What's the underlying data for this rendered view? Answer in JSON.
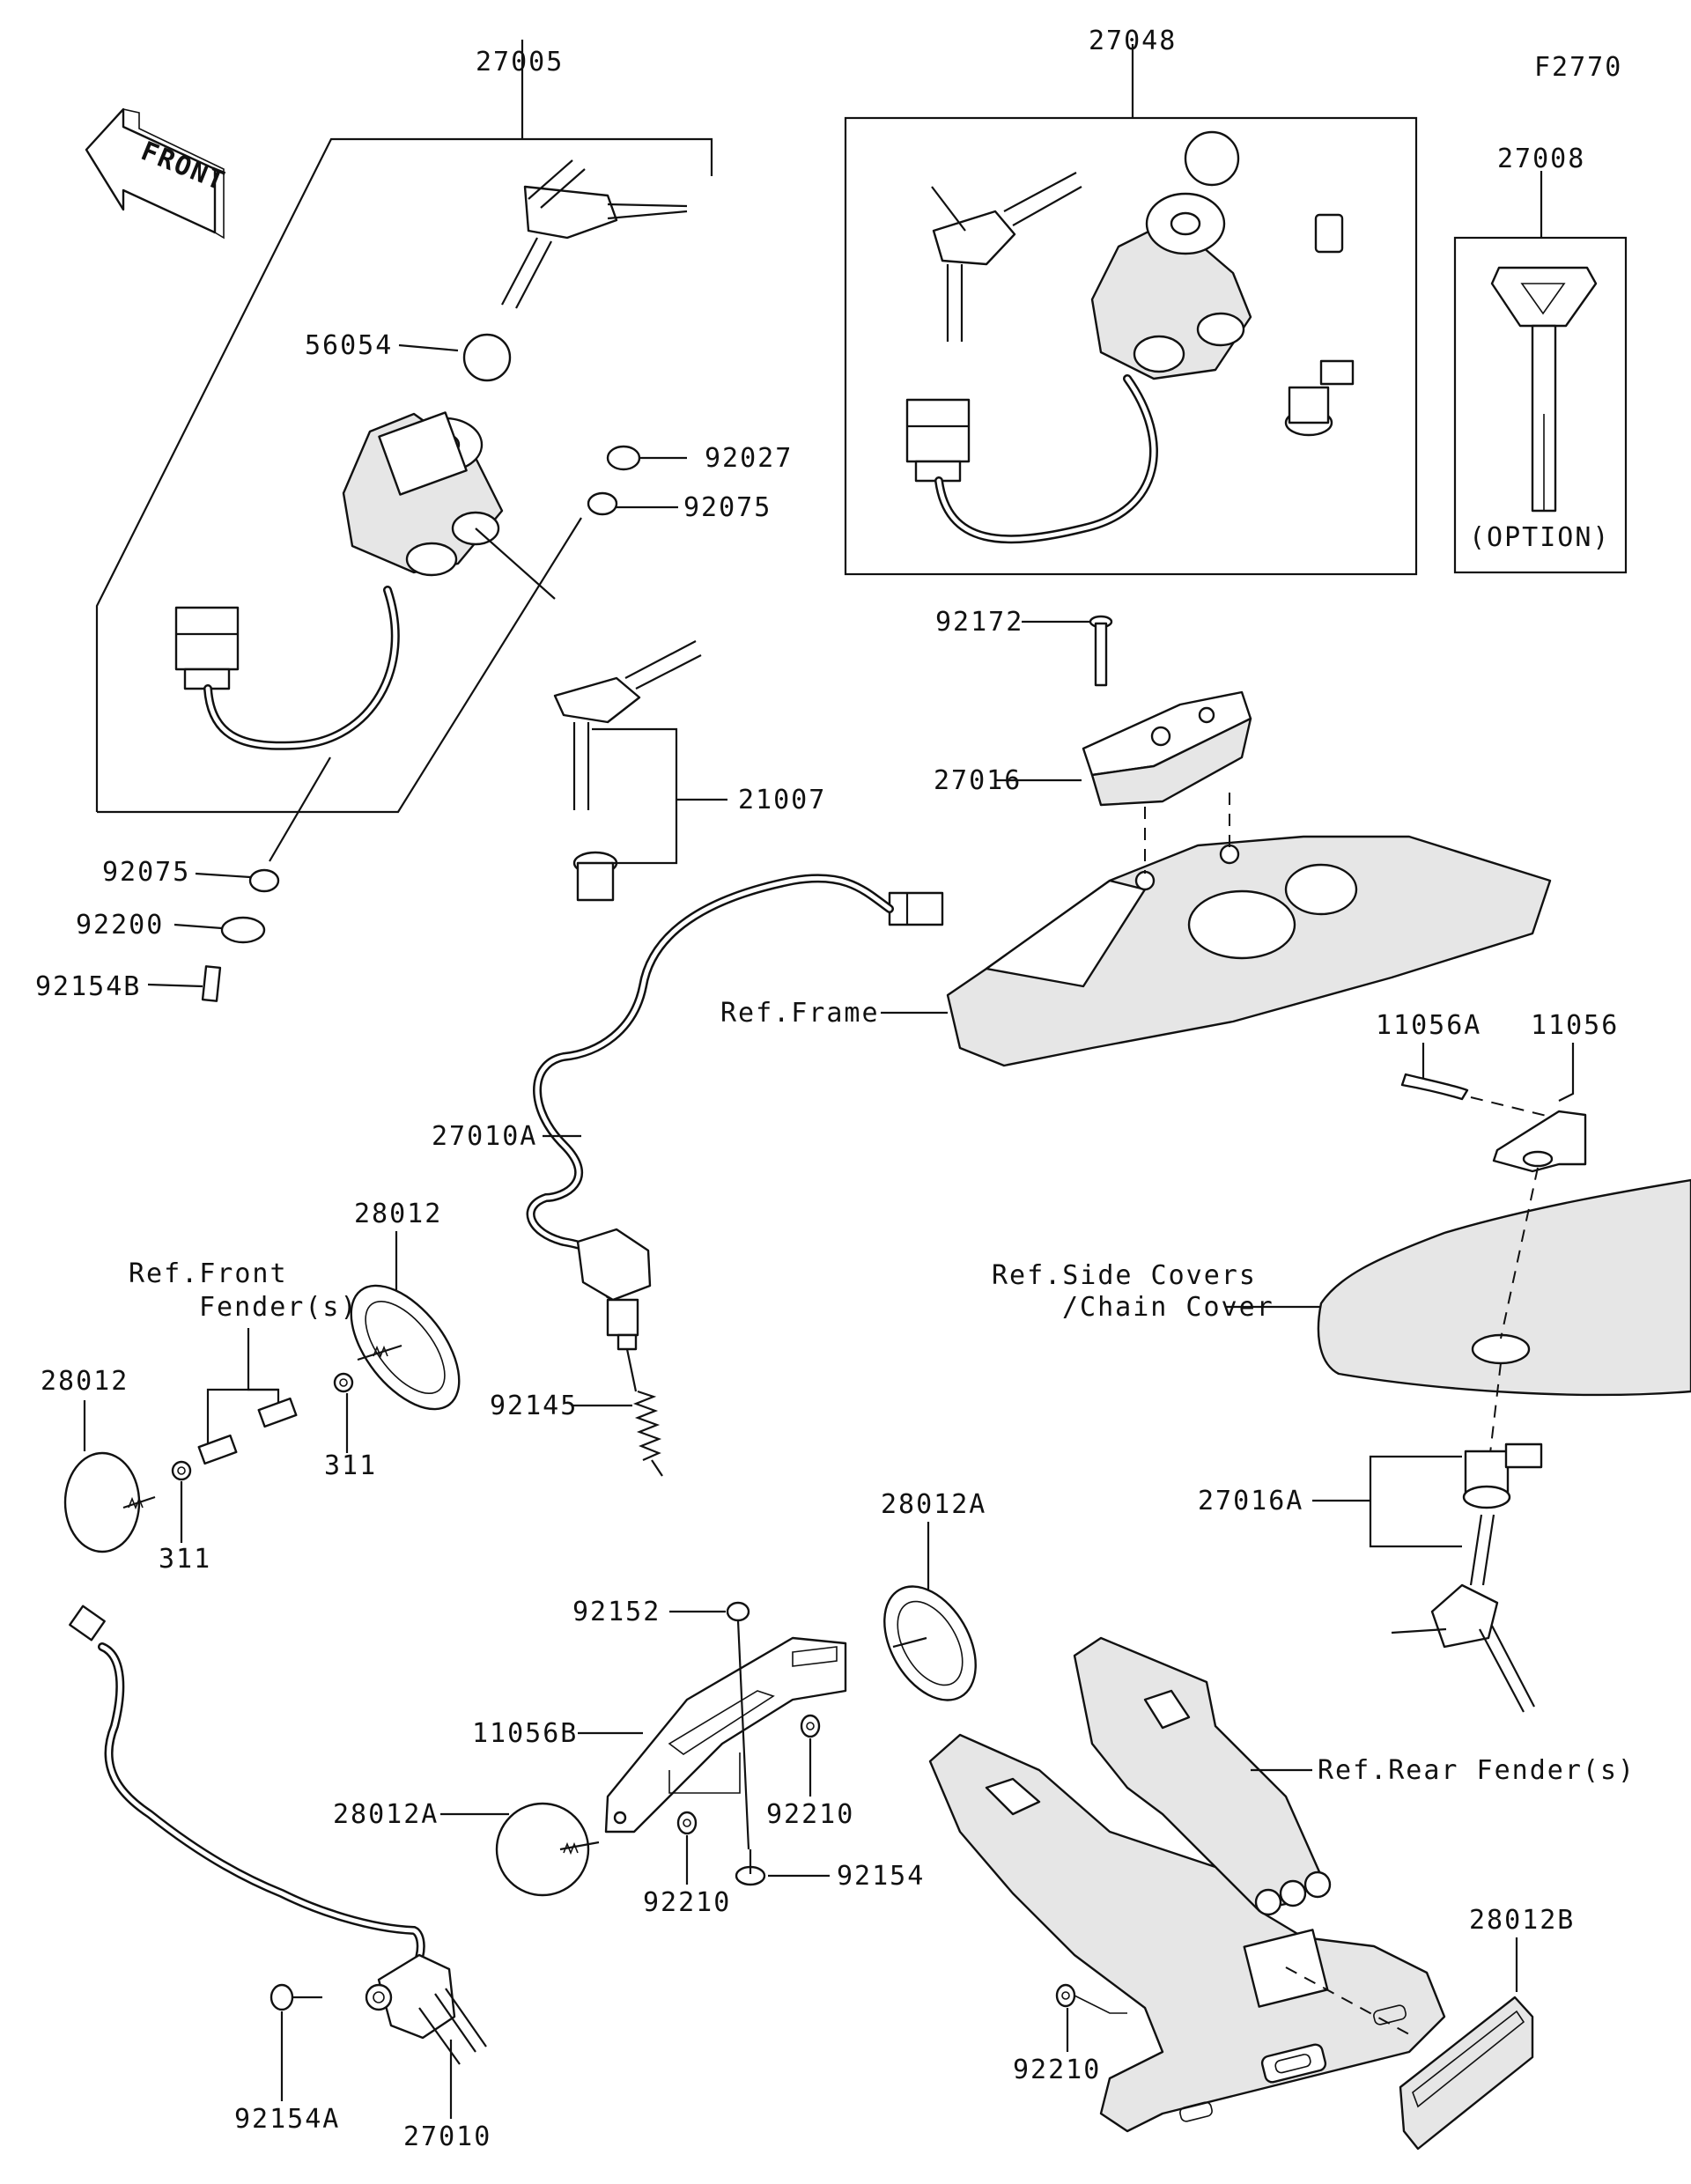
{
  "figure_id": "F2770",
  "callouts": {
    "c27005": "27005",
    "c27048": "27048",
    "c27008": "27008",
    "option": "(OPTION)",
    "c56054": "56054",
    "c92027": "92027",
    "c92075a": "92075",
    "c92075b": "92075",
    "c92200": "92200",
    "c92154B": "92154B",
    "c21007": "21007",
    "c92172": "92172",
    "c27016": "27016",
    "ref_frame": "Ref.Frame",
    "c11056A": "11056A",
    "c11056": "11056",
    "c27010A": "27010A",
    "c28012a": "28012",
    "c28012b": "28012",
    "ref_front_fender_1": "Ref.Front",
    "ref_front_fender_2": "Fender(s)",
    "c311a": "311",
    "c311b": "311",
    "c92145": "92145",
    "ref_side_covers_1": "Ref.Side Covers",
    "ref_side_covers_2": "/Chain Cover",
    "c27016A": "27016A",
    "c28012A_top": "28012A",
    "c92152": "92152",
    "c11056B": "11056B",
    "c92210a": "92210",
    "c28012A_left": "28012A",
    "c92154": "92154",
    "c92210b": "92210",
    "ref_rear_fender": "Ref.Rear Fender(s)",
    "c28012B": "28012B",
    "c92210c": "92210",
    "c92154A": "92154A",
    "c27010": "27010"
  },
  "front_arrow": {
    "label": "FRONT"
  }
}
